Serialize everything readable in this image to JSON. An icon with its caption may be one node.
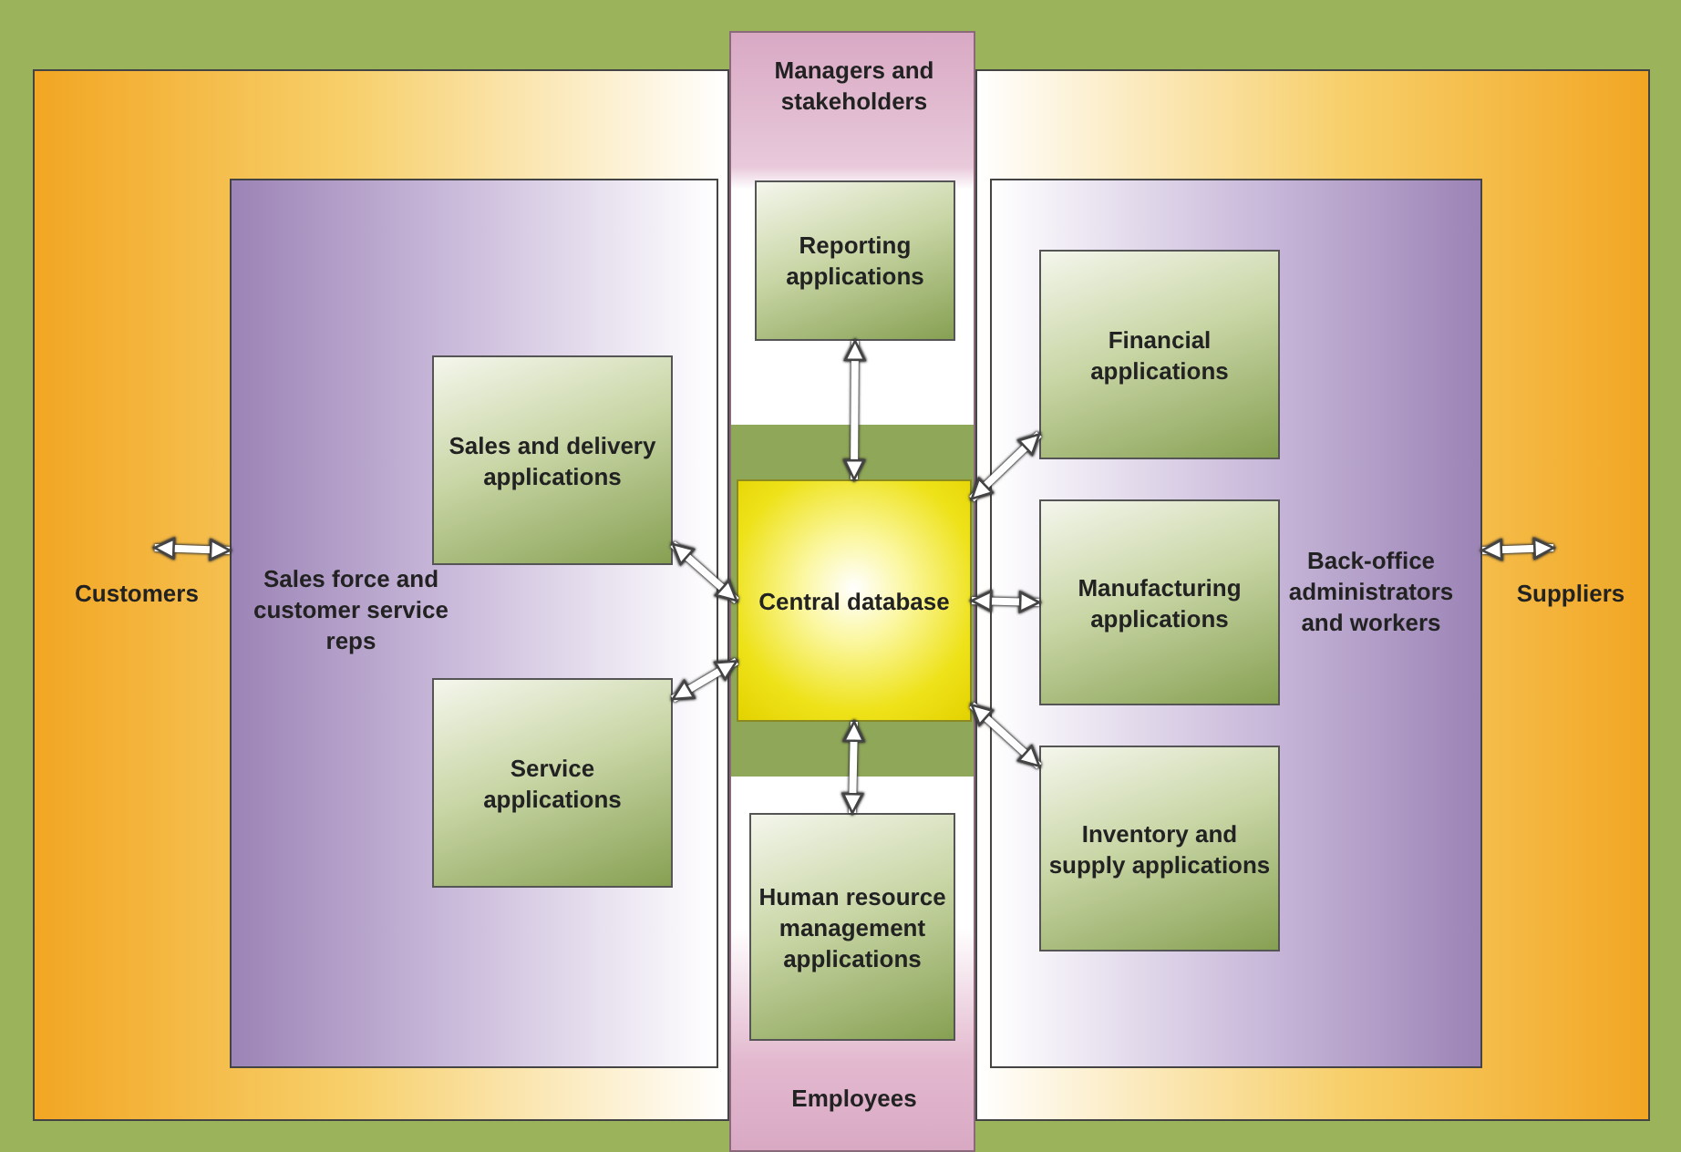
{
  "diagram": {
    "nodes": [
      {
        "text": [
          "Customers"
        ]
      },
      {
        "text": [
          "Sales force and customer service reps"
        ],
        "in": 0
      },
      {
        "text": [
          "Managers and stakeholders",
          "Employees"
        ]
      },
      {
        "text": [
          "Suppliers"
        ]
      },
      {
        "text": [
          "Back-office administrators and workers"
        ],
        "in": 3
      },
      {
        "text": [
          "Reporting applications"
        ],
        "in": 2
      },
      {
        "text": [
          "Sales and delivery applications"
        ],
        "in": 1
      },
      {
        "text": [
          "Central database"
        ],
        "in": 2
      },
      {
        "text": [
          "Financial applications"
        ],
        "in": 4
      },
      {
        "text": [
          "Manufacturing applications"
        ],
        "in": 4
      },
      {
        "text": [
          "Service applications"
        ],
        "in": 1
      },
      {
        "text": [
          "Human resource management applications"
        ],
        "in": 2
      },
      {
        "text": [
          "Inventory and supply applications"
        ],
        "in": 4
      }
    ],
    "edges": [
      {
        "from": 0,
        "to": 1,
        "arrow": "both"
      },
      {
        "from": 4,
        "to": 3,
        "arrow": "both"
      },
      {
        "from": 7,
        "to": 5,
        "arrow": "both"
      },
      {
        "from": 7,
        "to": 6,
        "arrow": "both"
      },
      {
        "from": 7,
        "to": 8,
        "arrow": "both"
      },
      {
        "from": 7,
        "to": 9,
        "arrow": "both"
      },
      {
        "from": 7,
        "to": 10,
        "arrow": "both"
      },
      {
        "from": 7,
        "to": 11,
        "arrow": "both"
      },
      {
        "from": 7,
        "to": 12,
        "arrow": "both"
      }
    ]
  }
}
